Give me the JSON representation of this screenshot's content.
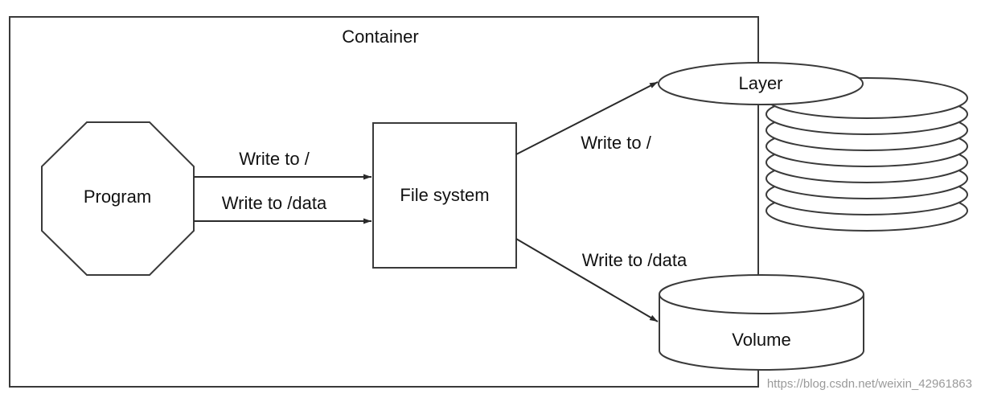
{
  "container": {
    "label": "Container"
  },
  "program": {
    "label": "Program"
  },
  "file_system": {
    "label": "File system"
  },
  "layer": {
    "label": "Layer"
  },
  "volume": {
    "label": "Volume"
  },
  "arrows": {
    "program_to_fs_root": "Write to /",
    "program_to_fs_data": "Write to /data",
    "fs_to_layer": "Write to /",
    "fs_to_volume": "Write to /data"
  },
  "watermark": "https://blog.csdn.net/weixin_42961863",
  "colors": {
    "stroke": "#3a3a3a",
    "text": "#111111",
    "watermark": "#9a9a9a",
    "background": "#ffffff"
  }
}
